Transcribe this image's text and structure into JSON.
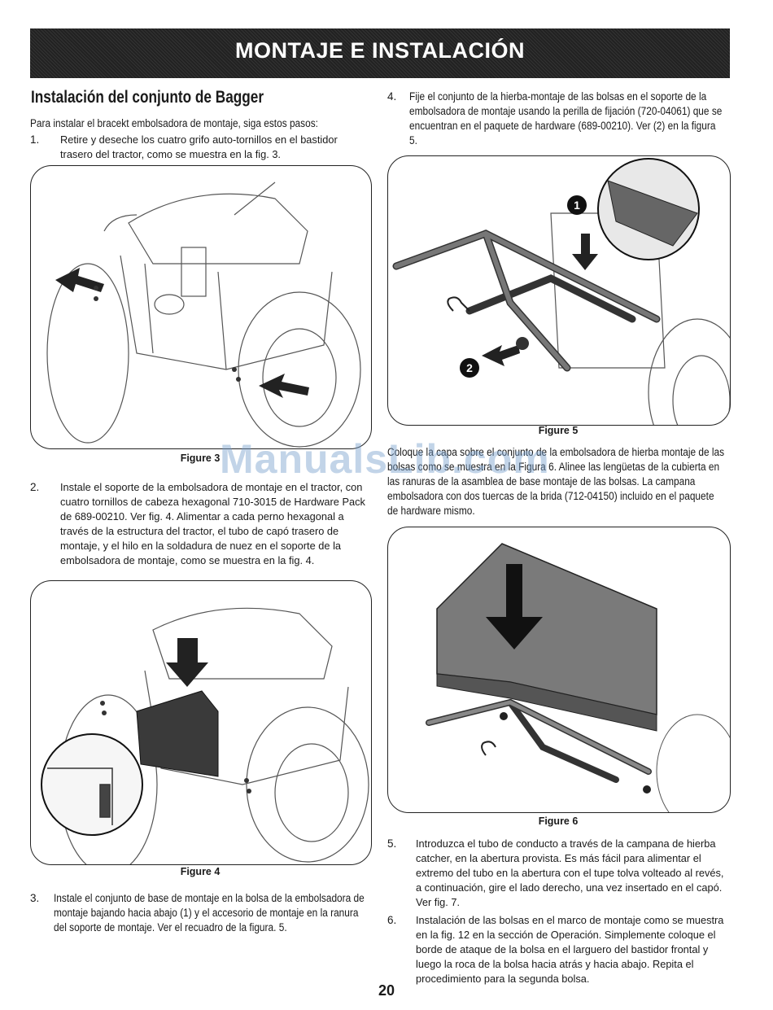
{
  "banner": {
    "title": "MONTAJE E INSTALACIÓN"
  },
  "left": {
    "heading": "Instalación del conjunto de Bagger",
    "intro": "Para instalar el bracekt embolsadora de montaje, siga estos pasos:",
    "step1": {
      "num": "1.",
      "text": "Retire y deseche los cuatro grifo auto-tornillos en el bastidor trasero del tractor, como se muestra en la fig. 3."
    },
    "fig3_caption": "Figure 3",
    "step2": {
      "num": "2.",
      "text": "Instale el soporte de la embolsadora de montaje en el tractor, con cuatro tornillos de cabeza hexagonal 710-3015 de Hardware Pack de 689-00210. Ver fig. 4. Alimentar a cada perno hexagonal a través de la estructura del tractor, el tubo de capó trasero de montaje, y el hilo en la soldadura de nuez en el soporte de la embolsadora de montaje, como se muestra en la fig. 4."
    },
    "fig4_caption": "Figure 4",
    "step3": {
      "num": "3.",
      "text": "Instale el conjunto de base de montaje en la bolsa de la embolsadora de montaje bajando hacia abajo (1) y el accesorio de montaje en la ranura del soporte de montaje. Ver el recuadro de la figura. 5."
    }
  },
  "right": {
    "step4": {
      "num": "4.",
      "text": "Fije el conjunto de la hierba-montaje de las bolsas en el soporte de la embolsadora de montaje usando la perilla de fijación (720-04061) que se encuentran en el paquete de hardware (689-00210). Ver (2) en la figura 5."
    },
    "fig5_caption": "Figure 5",
    "fig5_callout1": "1",
    "fig5_callout2": "2",
    "para": "Coloque la capa sobre el conjunto de la embolsadora de hierba montaje de las bolsas como se muestra en la Figura 6. Alinee las lengüetas de la cubierta en las ranuras de la asamblea de base montaje de las bolsas. La campana embolsadora con dos tuercas de la brida (712-04150) incluido en el paquete de hardware mismo.",
    "fig6_caption": "Figure 6",
    "step5": {
      "num": "5.",
      "text": "Introduzca el tubo de conducto a través de la campana de hierba catcher, en la abertura provista. Es más fácil para alimentar el extremo del tubo en la abertura con el tupe tolva volteado al revés, a continuación, gire el lado derecho, una vez insertado en el capó. Ver fig. 7."
    },
    "step6": {
      "num": "6.",
      "text": "Instalación de las bolsas en el marco de montaje como se muestra en la fig. 12 en la sección de Operación. Simplemente coloque el borde de ataque de la bolsa en el larguero del bastidor frontal y luego la roca de la bolsa hacia atrás y hacia abajo. Repita el procedimiento para la segunda bolsa."
    }
  },
  "watermark": "ManualsLib.com",
  "page_number": "20"
}
